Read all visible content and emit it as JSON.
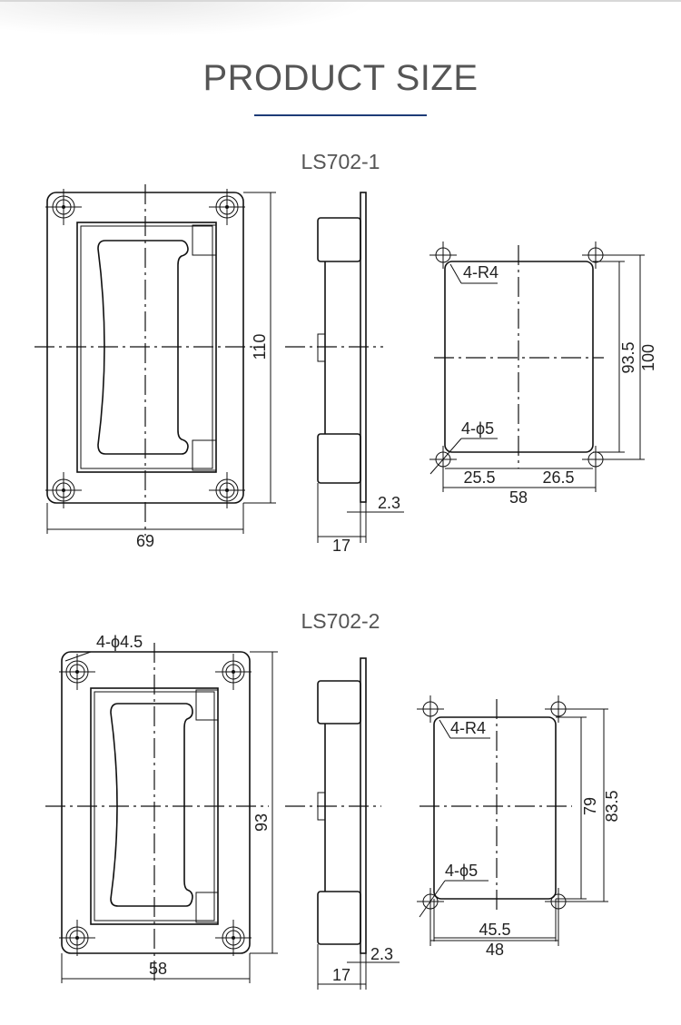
{
  "header": {
    "title": "PRODUCT SIZE",
    "accent_color": "#1e3c78"
  },
  "models": [
    {
      "name": "LS702-1",
      "front": {
        "height": "110",
        "width": "69"
      },
      "side": {
        "plate_thickness": "2.3",
        "depth": "17"
      },
      "cutout": {
        "corner_radius": "4-R4",
        "holes": "4-ϕ5",
        "inner_height": "93.5",
        "hole_pitch_height": "100",
        "left_offset": "25.5",
        "right_offset": "26.5",
        "hole_pitch_width": "58"
      }
    },
    {
      "name": "LS702-2",
      "front": {
        "holes": "4-ϕ4.5",
        "height": "93",
        "width": "58"
      },
      "side": {
        "plate_thickness": "2.3",
        "depth": "17"
      },
      "cutout": {
        "corner_radius": "4-R4",
        "holes": "4-ϕ5",
        "inner_height": "79",
        "hole_pitch_height": "83.5",
        "cutout_width": "45.5",
        "hole_pitch_width": "48"
      }
    }
  ]
}
